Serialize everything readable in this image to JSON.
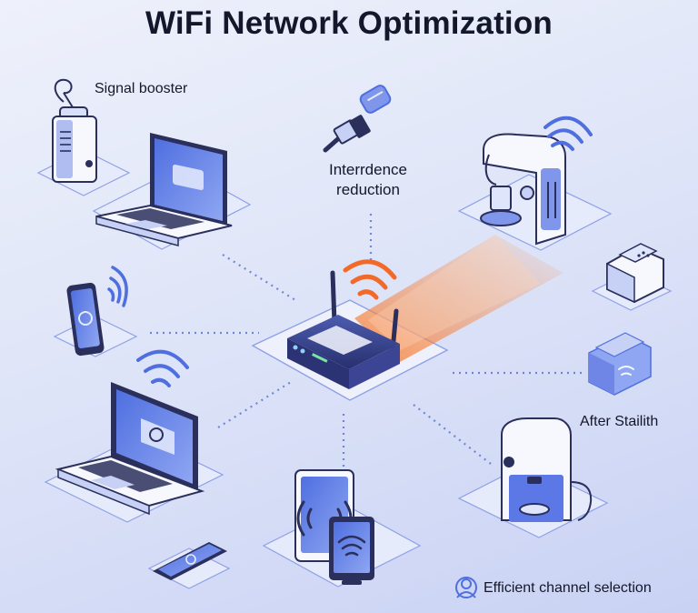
{
  "title": "WiFi Network Optimization",
  "labels": {
    "signal_booster": "Signal booster",
    "interference_line1": "Interrdence",
    "interference_line2": "reduction",
    "after_stealth": "After Stailith",
    "channel_selection": "Efficient channel selection"
  },
  "colors": {
    "background": "#dfe5f8",
    "device_body": "#f7f8fd",
    "device_outline": "#2b2f5c",
    "accent_blue": "#5b78e6",
    "accent_orange": "#f26a2a",
    "connector": "#6f86d8"
  },
  "icons": [
    "router-icon",
    "laptop-icon",
    "smartphone-icon",
    "tablet-icon",
    "coffee-machine-icon",
    "printer-icon",
    "signal-booster-icon",
    "cable-plug-icon",
    "wifi-icon",
    "user-icon"
  ]
}
